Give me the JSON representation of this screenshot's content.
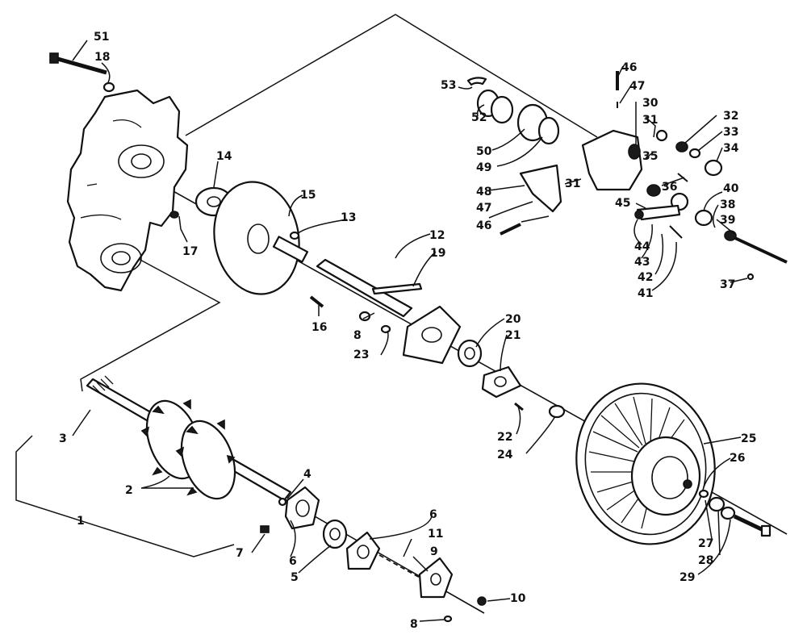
{
  "diagram": {
    "type": "exploded-parts-diagram",
    "callouts": [
      "1",
      "2",
      "3",
      "4",
      "5",
      "6",
      "6",
      "7",
      "8",
      "8",
      "9",
      "10",
      "11",
      "12",
      "13",
      "14",
      "15",
      "16",
      "17",
      "18",
      "19",
      "20",
      "21",
      "22",
      "23",
      "24",
      "25",
      "26",
      "27",
      "28",
      "29",
      "30",
      "31",
      "31",
      "32",
      "33",
      "34",
      "35",
      "36",
      "37",
      "38",
      "39",
      "40",
      "41",
      "42",
      "43",
      "44",
      "45",
      "46",
      "46",
      "47",
      "47",
      "48",
      "49",
      "50",
      "51",
      "52",
      "53"
    ]
  }
}
